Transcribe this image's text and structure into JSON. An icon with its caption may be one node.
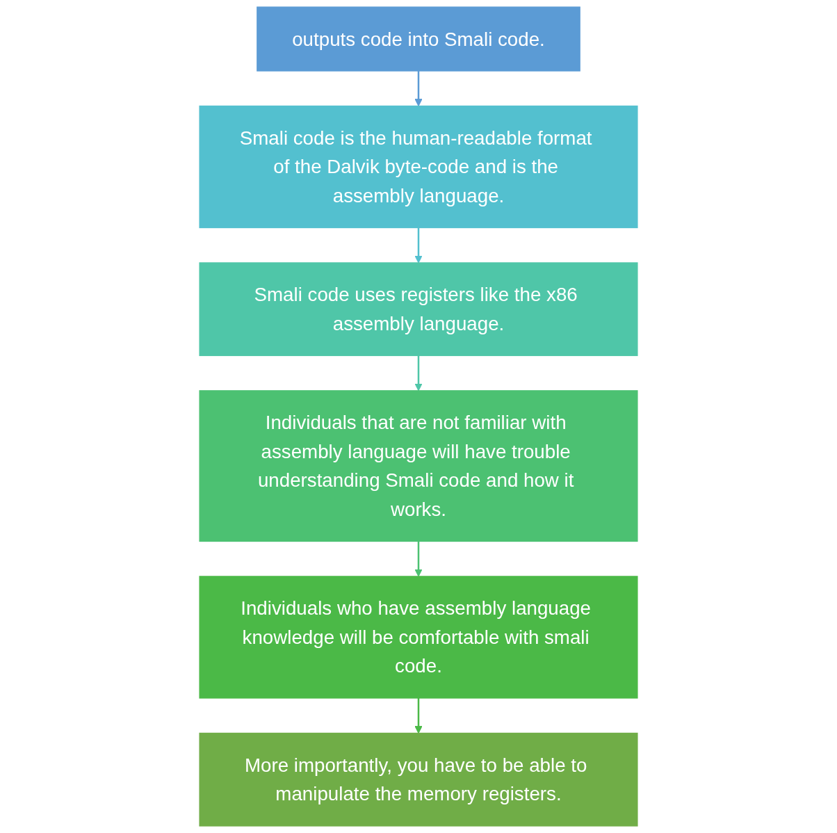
{
  "diagram": {
    "nodes": [
      {
        "text": [
          "outputs code into Smali code."
        ]
      },
      {
        "text": [
          "Smali code is the human-readable format of the Dalvik byte-code and is the assembly language."
        ]
      },
      {
        "text": [
          "Smali code uses registers like the x86 assembly language."
        ]
      },
      {
        "text": [
          "Individuals that are not familiar with assembly language will have trouble understanding Smali code and how it works."
        ]
      },
      {
        "text": [
          "Individuals who have assembly language knowledge will be comfortable with smali code."
        ]
      },
      {
        "text": [
          "More importantly, you have to be able to manipulate the memory registers."
        ]
      }
    ],
    "edges": [
      {
        "from": 0,
        "to": 1,
        "arrow": "to",
        "color": "#5b9bd5"
      },
      {
        "from": 1,
        "to": 2,
        "arrow": "to",
        "color": "#53c0cf"
      },
      {
        "from": 2,
        "to": 3,
        "arrow": "to",
        "color": "#4fc6a8"
      },
      {
        "from": 3,
        "to": 4,
        "arrow": "to",
        "color": "#4cc172"
      },
      {
        "from": 4,
        "to": 5,
        "arrow": "to",
        "color": "#4bb947"
      }
    ]
  }
}
